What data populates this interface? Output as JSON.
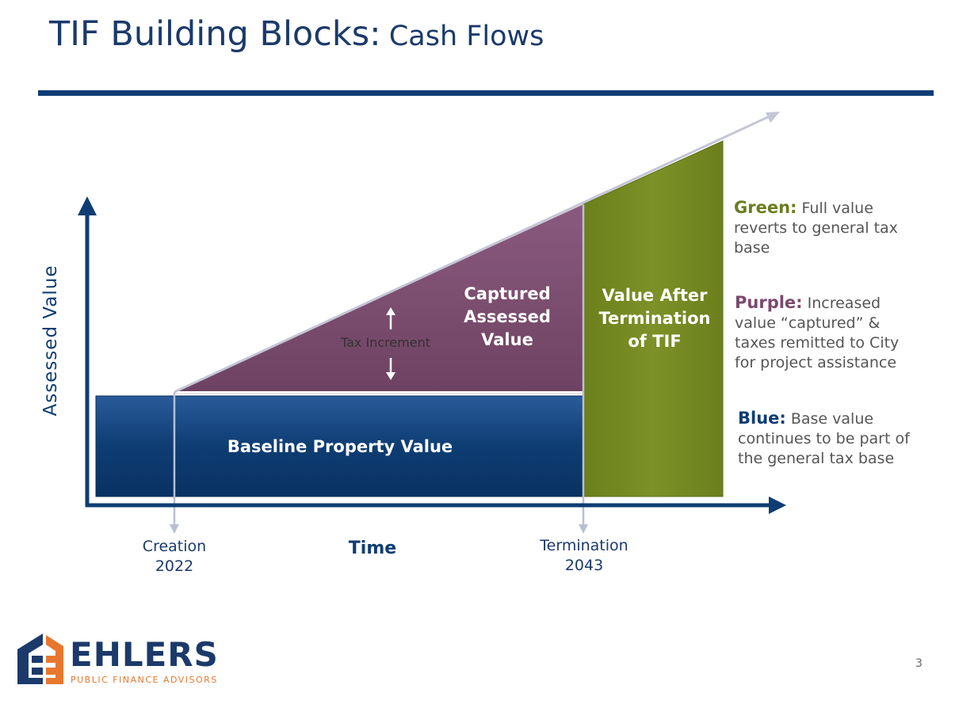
{
  "slide": {
    "title_main": "TIF Building Blocks:",
    "title_sub": "Cash Flows",
    "page_number": "3"
  },
  "diagram": {
    "y_axis_label": "Assessed  Value",
    "x_axis_label": "Time",
    "creation_label": "Creation",
    "creation_year": "2022",
    "termination_label": "Termination",
    "termination_year": "2043",
    "baseline_label": "Baseline Property Value",
    "captured_label": [
      "Captured",
      "Assessed",
      "Value"
    ],
    "after_label": [
      "Value After",
      "Termination",
      "of TIF"
    ],
    "tax_increment_label": "Tax Increment",
    "colors": {
      "blue": "#0e3d73",
      "purple": "#7a4a6e",
      "green": "#73881f"
    }
  },
  "legend": {
    "green": {
      "key": "Green:",
      "text": "Full value reverts to general tax base"
    },
    "purple": {
      "key": "Purple:",
      "text": "Increased value “captured” & taxes remitted to City for project assistance"
    },
    "blue": {
      "key": "Blue:",
      "text": "Base value continues to be part of the general tax base"
    }
  },
  "logo": {
    "name": "EHLERS",
    "tagline": "PUBLIC FINANCE ADVISORS"
  }
}
